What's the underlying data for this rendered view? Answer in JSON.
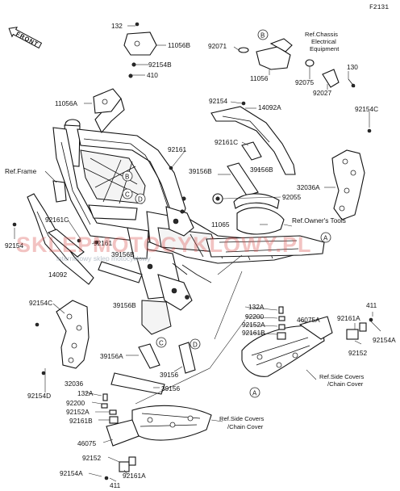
{
  "figure_code": "F2131",
  "front_marker": "FRONT",
  "watermark": {
    "text": "SKLEPMOTOCYKLOWY.PL",
    "sub": "internetowy sklep motocyklowy"
  },
  "ref_labels": {
    "chassis_electrical_1": "Ref.Chassis",
    "chassis_electrical_2": "Electrical",
    "chassis_electrical_3": "Equipment",
    "frame": "Ref.Frame",
    "owners_tools": "Ref.Owner's Tools",
    "side_covers_1a": "Ref.Side Covers",
    "side_covers_1b": "/Chain Cover",
    "side_covers_2a": "Ref.Side Covers",
    "side_covers_2b": "/Chain Cover"
  },
  "callouts": {
    "c132_top": "132",
    "c11056B": "11056B",
    "c92154B": "92154B",
    "c410": "410",
    "c11056A": "11056A",
    "c92071": "92071",
    "c11056": "11056",
    "c92075": "92075",
    "c92027": "92027",
    "c130": "130",
    "c92154_top": "92154",
    "c14092A": "14092A",
    "c92154C_top": "92154C",
    "c92161C_top": "92161C",
    "c92161_mid": "92161",
    "c39156B_a": "39156B",
    "c39156B_b": "39156B",
    "c32036A": "32036A",
    "c92055": "92055",
    "c11065": "11065",
    "c92161C_left": "92161C",
    "c92154_left": "92154",
    "c92161_left": "92161",
    "c14092": "14092",
    "c39156B_c": "39156B",
    "c39156B_d": "39156B",
    "c92154C_left": "92154C",
    "c132A_right": "132A",
    "c92200_right": "92200",
    "c92152A_right": "92152A",
    "c92161B_right": "92161B",
    "c46075A": "46075A",
    "c92161A_right": "92161A",
    "c411_right": "411",
    "c92154A_right": "92154A",
    "c92152_right": "92152",
    "c32036": "32036",
    "c92154D": "92154D",
    "c39156A": "39156A",
    "c39156": "39156",
    "c39156_bottom": "39156",
    "c132A_left": "132A",
    "c92200_left": "92200",
    "c92152A_left": "92152A",
    "c92161B_left": "92161B",
    "c46075": "46075",
    "c92152_left": "92152",
    "c92161A_left": "92161A",
    "c92154A_left": "92154A",
    "c411_left": "411"
  },
  "markers": {
    "A": "A",
    "B": "B",
    "C": "C",
    "D": "D"
  }
}
